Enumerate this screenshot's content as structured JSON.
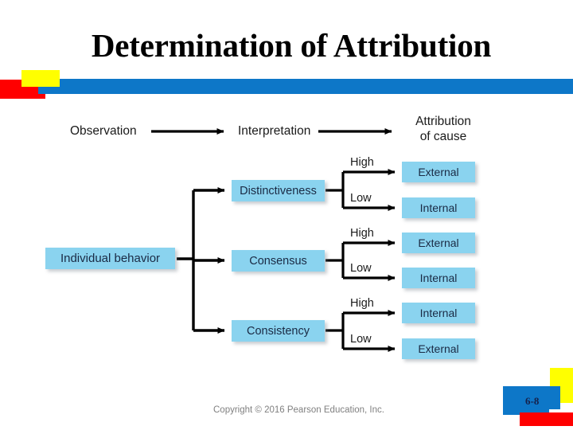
{
  "slide": {
    "title": "Determination of Attribution",
    "number": "6-8",
    "copyright": "Copyright © 2016 Pearson Education, Inc."
  },
  "colors": {
    "header_blue": "#0d77c8",
    "header_yellow": "#ffff00",
    "header_red": "#ff0000",
    "box_fill": "#8ad3ef",
    "box_text": "#1a2a44",
    "connector": "#000000",
    "slide_number_text": "#16214a",
    "copyright_text": "#808080",
    "title_text": "#000000"
  },
  "diagram": {
    "type": "flowchart",
    "stages": [
      {
        "label": "Observation"
      },
      {
        "label": "Interpretation"
      },
      {
        "label": "Attribution",
        "label_line2": "of cause"
      }
    ],
    "source": {
      "label": "Individual behavior"
    },
    "criteria": [
      {
        "label": "Distinctiveness",
        "branches": [
          {
            "level": "High",
            "outcome": "External"
          },
          {
            "level": "Low",
            "outcome": "Internal"
          }
        ]
      },
      {
        "label": "Consensus",
        "branches": [
          {
            "level": "High",
            "outcome": "External"
          },
          {
            "level": "Low",
            "outcome": "Internal"
          }
        ]
      },
      {
        "label": "Consistency",
        "branches": [
          {
            "level": "High",
            "outcome": "Internal"
          },
          {
            "level": "Low",
            "outcome": "External"
          }
        ]
      }
    ]
  }
}
